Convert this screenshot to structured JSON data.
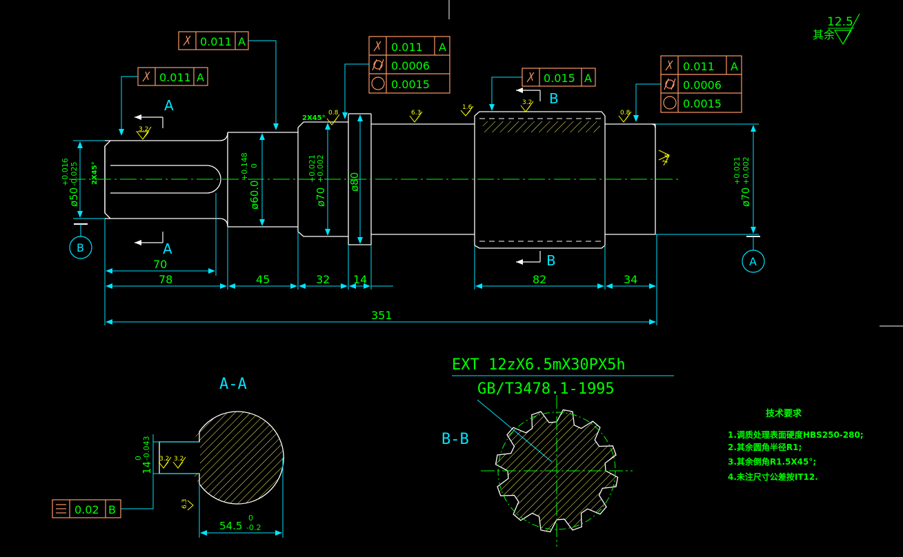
{
  "colors": {
    "background": "#000000",
    "outline": "#ffffff",
    "dimension": "#00e5ff",
    "text_green": "#00ff00",
    "frame": "#ff9966",
    "centerline": "#00ff00",
    "roughness": "#ffff00",
    "hatch": "#ffff66"
  },
  "roughness_note": {
    "label": "其余",
    "value": "12.5"
  },
  "tolerance_frames": {
    "f1": {
      "symbol": "runout",
      "value": "0.011",
      "datum": "A"
    },
    "f2": {
      "symbol": "runout",
      "value": "0.011",
      "datum": "A"
    },
    "f3": {
      "rows": [
        {
          "symbol": "runout",
          "value": "0.011",
          "datum": "A"
        },
        {
          "symbol": "cylindricity",
          "value": "0.0006",
          "datum": ""
        },
        {
          "symbol": "circularity",
          "value": "0.0015",
          "datum": ""
        }
      ]
    },
    "f4": {
      "symbol": "runout",
      "value": "0.015",
      "datum": "A"
    },
    "f5": {
      "rows": [
        {
          "symbol": "runout",
          "value": "0.011",
          "datum": "A"
        },
        {
          "symbol": "cylindricity",
          "value": "0.0006",
          "datum": ""
        },
        {
          "symbol": "circularity",
          "value": "0.0015",
          "datum": ""
        }
      ]
    },
    "f6": {
      "symbol": "symmetry",
      "value": "0.02",
      "datum": "B"
    }
  },
  "section_marks": {
    "a": "A",
    "b": "B"
  },
  "datums": {
    "a": "A",
    "b": "B"
  },
  "chamfers": {
    "left": "2X45°",
    "collar": "2X45°"
  },
  "roughness_values": {
    "r32": "3.2",
    "r08": "0.8",
    "r63": "6.3",
    "r16": "1.6"
  },
  "diameters": {
    "d50": {
      "base": "ø50",
      "upper": "+0.016",
      "lower": "-0.025"
    },
    "d60": {
      "base": "ø60.0",
      "upper": "+0.148",
      "lower": "0"
    },
    "d70a": {
      "base": "ø70",
      "upper": "+0.021",
      "lower": "+0.002"
    },
    "d80": {
      "base": "ø80"
    },
    "d70b": {
      "base": "ø70",
      "upper": "+0.021",
      "lower": "+0.002"
    }
  },
  "lengths": {
    "l70": "70",
    "l78": "78",
    "l45": "45",
    "l32": "32",
    "l14": "14",
    "l82": "82",
    "l34": "34",
    "l351": "351"
  },
  "views": {
    "aa": "A-A",
    "bb": "B-B"
  },
  "section_aa": {
    "height": {
      "base": "14",
      "upper": "0",
      "lower": "-0.043"
    },
    "width": {
      "base": "54.5",
      "upper": "0",
      "lower": "-0.2"
    }
  },
  "spline": {
    "designation": "EXT 12zX6.5mX30PX5h",
    "standard": "GB/T3478.1-1995"
  },
  "tech_requirements": {
    "title": "技术要求",
    "items": [
      "1.调质处理表面硬度HBS250-280;",
      "2.其余圆角半径R1;",
      "3.其余倒角R1.5X45°;",
      "4.未注尺寸公差按IT12."
    ]
  }
}
